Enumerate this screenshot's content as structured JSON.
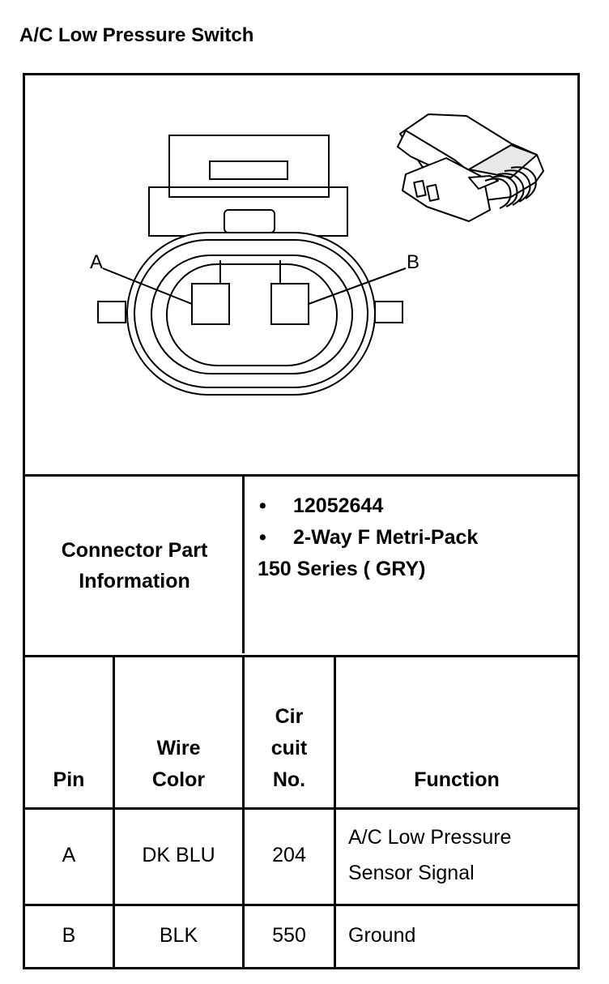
{
  "title": "A/C Low Pressure Switch",
  "diagram": {
    "pin_a_label": "A",
    "pin_b_label": "B"
  },
  "connector_part_information": {
    "label_line1": "Connector Part",
    "label_line2": "Information",
    "items": [
      "12052644",
      "2-Way F Metri-Pack"
    ],
    "continuation": "150 Series ( GRY)"
  },
  "table": {
    "headers": {
      "pin": "Pin",
      "wire_color": [
        "Wire",
        "Color"
      ],
      "circuit_no": [
        "Cir",
        "cuit",
        "No."
      ],
      "function": "Function"
    },
    "rows": [
      {
        "pin": "A",
        "wire_color": "DK BLU",
        "circuit": "204",
        "function": [
          "A/C Low Pressure",
          "Sensor Signal"
        ]
      },
      {
        "pin": "B",
        "wire_color": "BLK",
        "circuit": "550",
        "function": [
          "Ground"
        ]
      }
    ]
  }
}
